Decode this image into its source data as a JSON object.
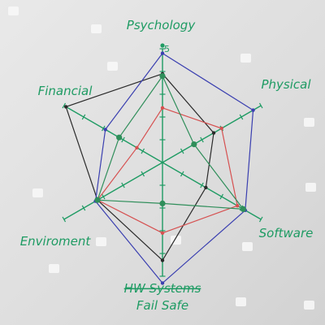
{
  "chart_data": {
    "type": "radar",
    "axes": [
      "Psychology",
      "Physical",
      "Software",
      "Fail Safe",
      "Enviroment",
      "Financial"
    ],
    "struck_axis_label": "HW Systems",
    "max_tick_label": "5",
    "rmax": 5,
    "ticks": [
      1,
      2,
      3,
      4,
      5
    ],
    "series": [
      {
        "color": "#2a2a2a",
        "values": [
          3.9,
          2.6,
          2.2,
          4.3,
          3.3,
          4.9
        ]
      },
      {
        "color": "#3a3fb0",
        "values": [
          4.8,
          4.6,
          4.2,
          5.3,
          3.4,
          2.9
        ]
      },
      {
        "color": "#d65050",
        "values": [
          2.4,
          3.0,
          3.8,
          3.1,
          3.3,
          1.3
        ]
      },
      {
        "color": "#2f8e5a",
        "values": [
          3.8,
          1.6,
          4.1,
          1.8,
          3.3,
          2.2
        ]
      }
    ],
    "colors": {
      "axis": "#1e9b63",
      "label": "#1e9b63"
    }
  }
}
